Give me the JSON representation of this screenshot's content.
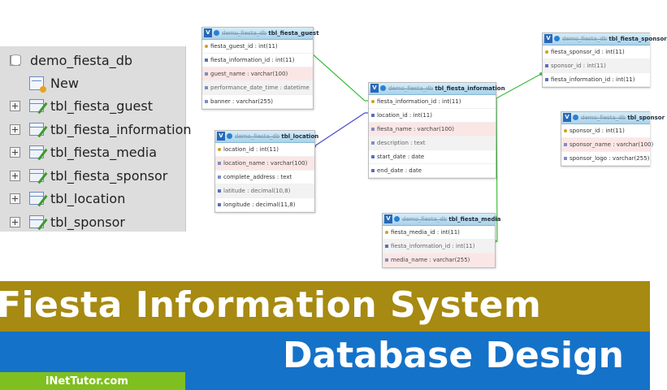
{
  "tree": {
    "root_label": "demo_fiesta_db",
    "items": [
      {
        "label": "New"
      },
      {
        "label": "tbl_fiesta_guest"
      },
      {
        "label": "tbl_fiesta_information"
      },
      {
        "label": "tbl_fiesta_media"
      },
      {
        "label": "tbl_fiesta_sponsor"
      },
      {
        "label": "tbl_location"
      },
      {
        "label": "tbl_sponsor"
      }
    ]
  },
  "tables": {
    "guest": {
      "v": "V",
      "db": "demo_fiesta_db",
      "name": "tbl_fiesta_guest",
      "columns": [
        "fiesta_guest_id : int(11)",
        "fiesta_information_id : int(11)",
        "guest_name : varchar(100)",
        "performance_date_time : datetime",
        "banner : varchar(255)"
      ]
    },
    "location": {
      "v": "V",
      "db": "demo_fiesta_db",
      "name": "tbl_location",
      "columns": [
        "location_id : int(11)",
        "location_name : varchar(100)",
        "complete_address : text",
        "latitude : decimal(10,8)",
        "longitude : decimal(11,8)"
      ]
    },
    "information": {
      "v": "V",
      "db": "demo_fiesta_db",
      "name": "tbl_fiesta_information",
      "columns": [
        "fiesta_information_id : int(11)",
        "location_id : int(11)",
        "fiesta_name : varchar(100)",
        "description : text",
        "start_date : date",
        "end_date : date"
      ]
    },
    "media": {
      "v": "V",
      "db": "demo_fiesta_db",
      "name": "tbl_fiesta_media",
      "columns": [
        "fiesta_media_id : int(11)",
        "fiesta_information_id : int(11)",
        "media_name : varchar(255)"
      ]
    },
    "fsponsor": {
      "v": "V",
      "db": "demo_fiesta_db",
      "name": "tbl_fiesta_sponsor",
      "columns": [
        "fiesta_sponsor_id : int(11)",
        "sponsor_id : int(11)",
        "fiesta_information_id : int(11)"
      ]
    },
    "sponsor": {
      "v": "V",
      "db": "demo_fiesta_db",
      "name": "tbl_sponsor",
      "columns": [
        "sponsor_id : int(11)",
        "sponsor_name : varchar(100)",
        "sponsor_logo : varchar(255)"
      ]
    }
  },
  "banner": {
    "line1": "Fiesta Information System",
    "line2": "Database Design",
    "brand": "iNetTutor.com"
  },
  "colors": {
    "gold": "#a68a12",
    "blue": "#1572c9",
    "green": "#7fbf1f",
    "relation_green": "#3fbf3f",
    "relation_blue": "#4a4ad0"
  }
}
